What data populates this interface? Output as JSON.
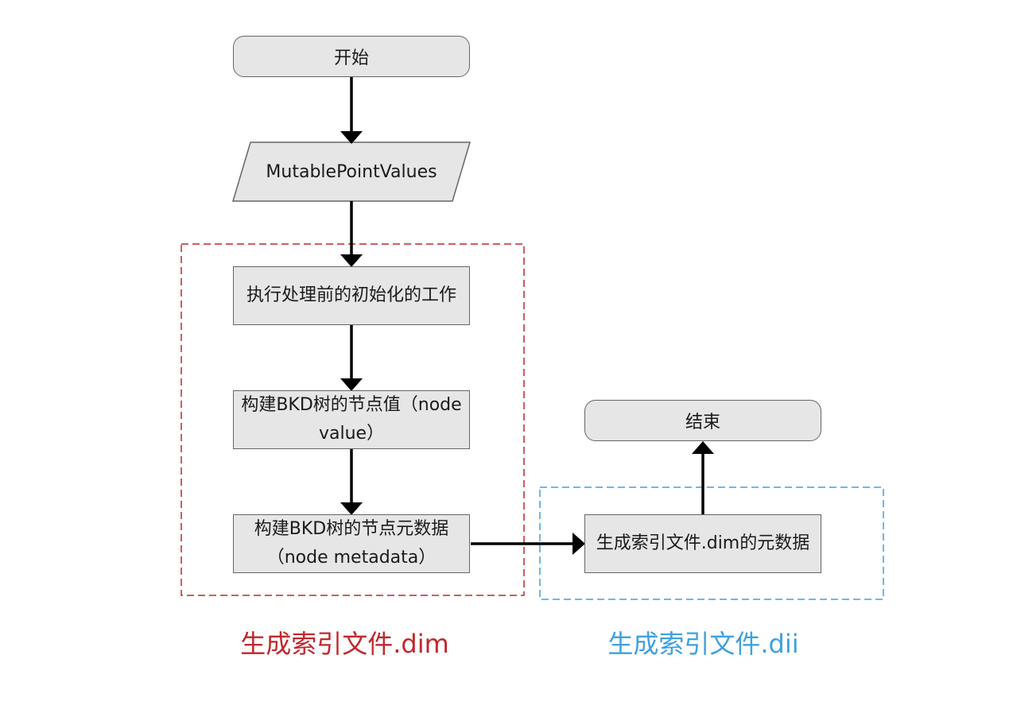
{
  "colors": {
    "node_fill": "#e6e6e6",
    "node_stroke": "#666666",
    "arrow": "#000000",
    "dim_group": "#c1272d",
    "dii_group": "#3fa0e0"
  },
  "nodes": {
    "start": "开始",
    "input": "MutablePointValues",
    "init": "执行处理前的初始化的工作",
    "node_value": "构建BKD树的节点值（node value）",
    "node_metadata": "构建BKD树的节点元数据（node metadata）",
    "dim_metadata": "生成索引文件.dim的元数据",
    "end": "结束"
  },
  "groups": {
    "dim": "生成索引文件.dim",
    "dii": "生成索引文件.dii"
  }
}
